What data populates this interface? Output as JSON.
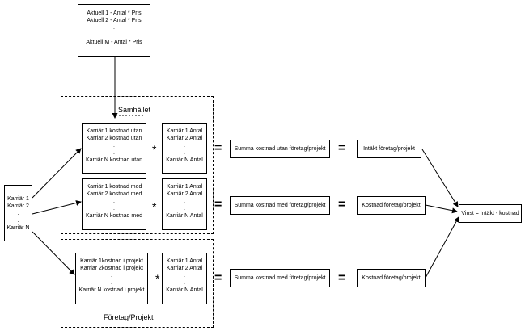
{
  "aktuell_box": [
    "Aktuell 1 - Antal * Pris",
    "Aktuell 2 - Antal * Pris",
    ".",
    ".",
    "Aktuell M - Antal * Pris"
  ],
  "samhallet_label": "Samhället",
  "foretag_label": "Företag/Projekt",
  "karriar_box": [
    "Karriär 1",
    "Karriär 2",
    ".",
    ".",
    "Karriär N"
  ],
  "row1": {
    "cost_lines": [
      "Karriär 1 kostnad utan",
      "Karriär 2 kostnad utan",
      ".",
      ".",
      "Karriär N kostnad utan"
    ],
    "antal_lines": [
      "Karriär 1 Antal",
      "Karriär 2 Antal",
      ".",
      ".",
      "Karriär N Antal"
    ],
    "sum": "Summa kostnad utan företag/projekt",
    "result": "Intäkt företag/projekt"
  },
  "row2": {
    "cost_lines": [
      "Karriär 1 kostnad med",
      "Karriär 2 kostnad med",
      ".",
      ".",
      "Karriär N kostnad med"
    ],
    "antal_lines": [
      "Karriär 1 Antal",
      "Karriär 2 Antal",
      ".",
      ".",
      "Karriär N Antal"
    ],
    "sum": "Summa kostnad med företag/projekt",
    "result": "Kostnad företag/projekt"
  },
  "row3": {
    "cost_lines": [
      "Karriär 1kostnad i projekt",
      "Karriär 2kostnad i projekt",
      ".",
      ".",
      "Karriär N kostnad i projekt"
    ],
    "antal_lines": [
      "Karriär 1 Antal",
      "Karriär 2 Antal",
      ".",
      ".",
      "Karriär N Antal"
    ],
    "sum": "Summa kostnad med företag/projekt",
    "result": "Kostnad företag/projekt"
  },
  "vinst": "Vinst = Intäkt - kostnad",
  "ops": {
    "times": "*",
    "equals": "="
  }
}
